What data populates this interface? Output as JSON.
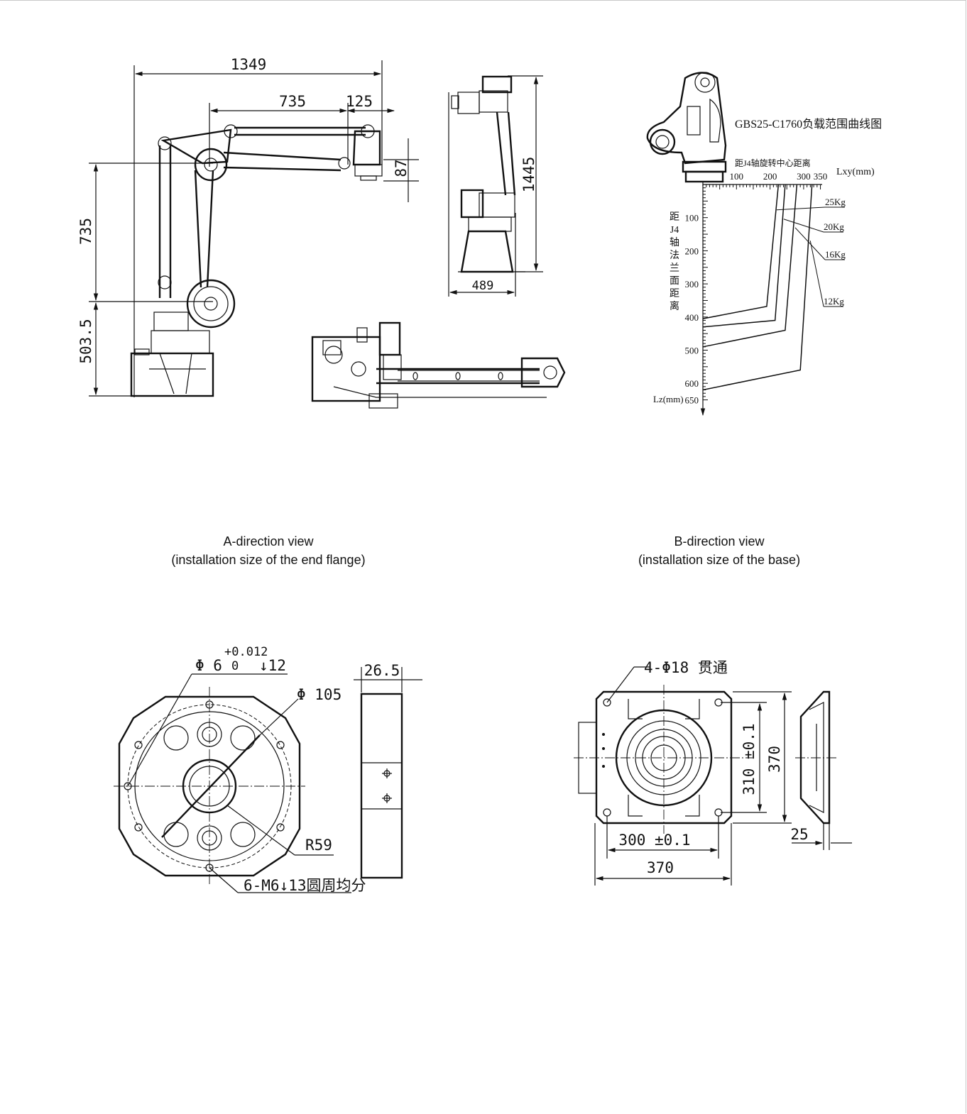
{
  "drawing_front": {
    "dim_1349": "1349",
    "dim_735_h": "735",
    "dim_125": "125",
    "dim_87": "87",
    "dim_735_v": "735",
    "dim_503_5": "503.5"
  },
  "drawing_side": {
    "dim_1445": "1445",
    "dim_489": "489"
  },
  "load_chart": {
    "title": "GBS25-C1760负载范围曲线图",
    "x_axis_label": "距J4轴旋转中心距离",
    "x_unit": "Lxy(mm)",
    "x_ticks": [
      "100",
      "200",
      "300",
      "350"
    ],
    "y_axis_label_chars": [
      "距",
      "J4",
      "轴",
      "法",
      "兰",
      "面",
      "距",
      "离"
    ],
    "y_unit": "Lz(mm)",
    "y_ticks": [
      "100",
      "200",
      "300",
      "400",
      "500",
      "600",
      "650"
    ],
    "series_labels": [
      "25Kg",
      "20Kg",
      "16Kg",
      "12Kg"
    ],
    "curves": [
      {
        "name": "25Kg",
        "points": [
          [
            0,
            405
          ],
          [
            190,
            368
          ],
          [
            225,
            0
          ]
        ]
      },
      {
        "name": "20Kg",
        "points": [
          [
            0,
            430
          ],
          [
            215,
            410
          ],
          [
            245,
            0
          ]
        ]
      },
      {
        "name": "16Kg",
        "points": [
          [
            0,
            490
          ],
          [
            245,
            440
          ],
          [
            280,
            0
          ]
        ]
      },
      {
        "name": "12Kg",
        "points": [
          [
            0,
            620
          ],
          [
            290,
            560
          ],
          [
            325,
            0
          ]
        ]
      }
    ]
  },
  "caption_a": {
    "line1": "A-direction view",
    "line2": "(installation size of the end flange)"
  },
  "caption_b": {
    "line1": "B-direction view",
    "line2": "(installation size of the base)"
  },
  "flange": {
    "dia6_prefix": "Φ 6",
    "tol_upper": "+0.012",
    "tol_lower": "0",
    "depth12": "↓12",
    "dia105": "Φ 105",
    "r59": "R59",
    "holes_note": "6-M6↓13圆周均分",
    "width": "26.5"
  },
  "base": {
    "holes": "4-Φ18 贯通",
    "dim_310": "310 ±0.1",
    "dim_370_v": "370",
    "dim_300": "300 ±0.1",
    "dim_370_h": "370",
    "dim_25": "25"
  }
}
